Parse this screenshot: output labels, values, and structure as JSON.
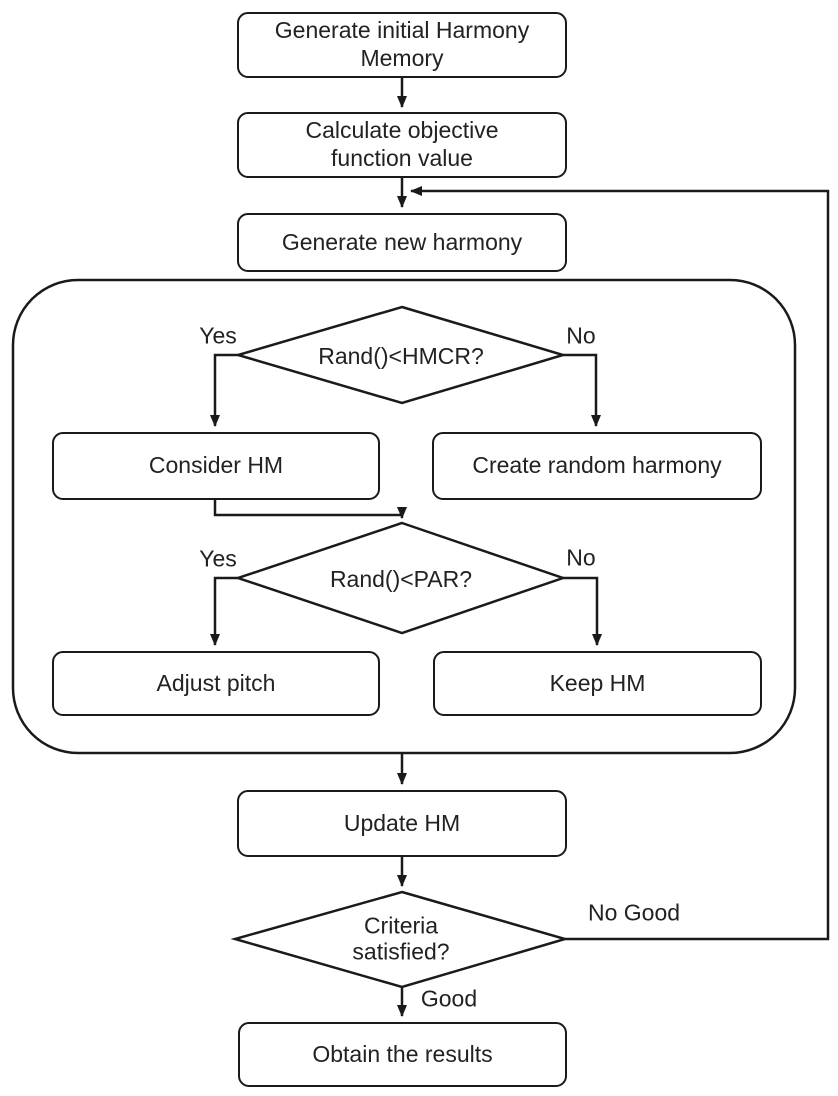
{
  "flowchart": {
    "description": "Harmony Search algorithm flowchart",
    "nodes": {
      "generate_initial_hm": "Generate initial Harmony Memory",
      "calculate_objective": "Calculate objective function value",
      "generate_new_harmony": "Generate new harmony",
      "hmcr_decision": "Rand()<HMCR?",
      "consider_hm": "Consider HM",
      "create_random_harmony": "Create random harmony",
      "par_decision": "Rand()<PAR?",
      "adjust_pitch": "Adjust pitch",
      "keep_hm": "Keep HM",
      "update_hm": "Update HM",
      "criteria_decision": "Criteria satisfied?",
      "obtain_results": "Obtain the results"
    },
    "edge_labels": {
      "hmcr_yes": "Yes",
      "hmcr_no": "No",
      "par_yes": "Yes",
      "par_no": "No",
      "criteria_no_good": "No Good",
      "criteria_good": "Good"
    },
    "colors": {
      "stroke": "#1a1a1a",
      "node_fill": "#ffffff",
      "text": "#222222",
      "background": "#ffffff"
    }
  }
}
